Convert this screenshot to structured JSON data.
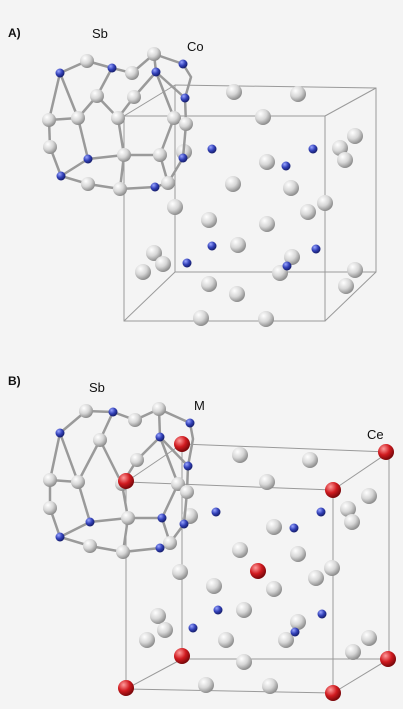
{
  "panels": [
    {
      "label": "A)",
      "sb_label": "Sb",
      "corner_label": "Co"
    },
    {
      "label": "B)",
      "sb_label": "Sb",
      "cluster_label": "M",
      "corner_label": "Ce"
    }
  ],
  "colors": {
    "background": "#f4f4f4",
    "sb_atom": "#d9d9d9",
    "co_atom": "#2b36a8",
    "ce_atom": "#c7151b",
    "lines": "#9a9a9a"
  }
}
